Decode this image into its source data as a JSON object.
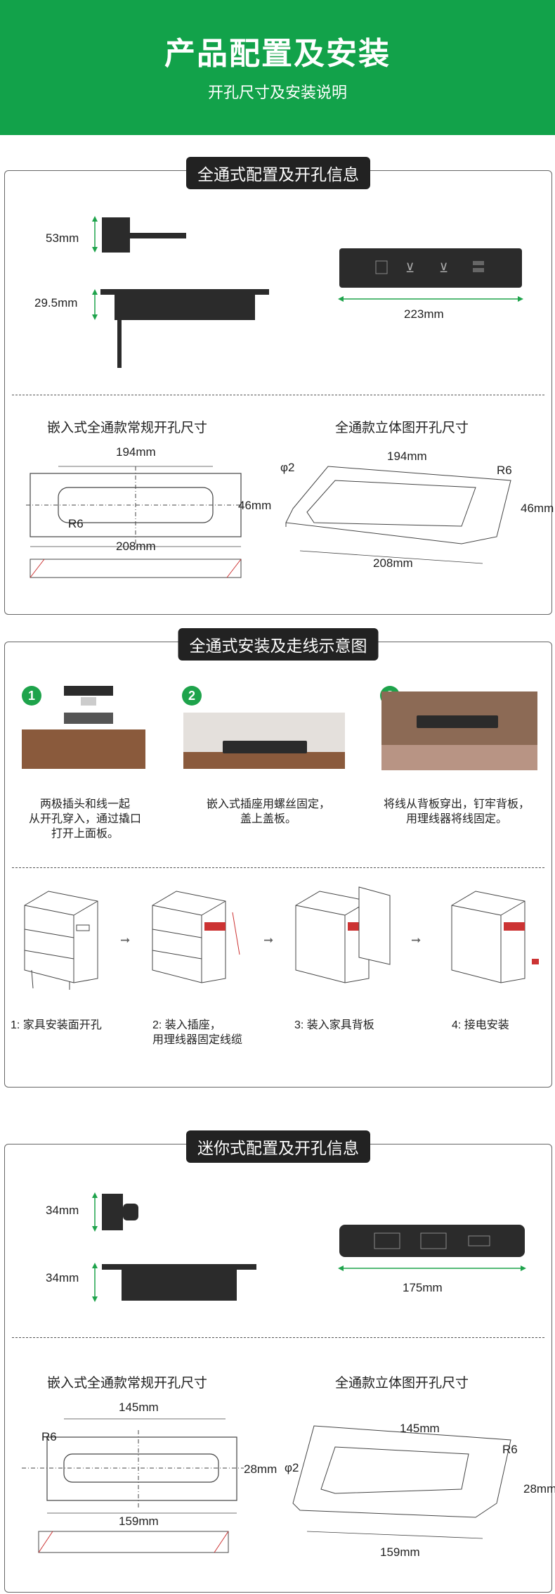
{
  "header": {
    "title": "产品配置及安装",
    "subtitle": "开孔尺寸及安装说明",
    "color": "#12a24a"
  },
  "section1": {
    "tag": "全通式配置及开孔信息",
    "dim_height1": "53mm",
    "dim_height2": "29.5mm",
    "dim_length": "223mm",
    "left_title": "嵌入式全通款常规开孔尺寸",
    "right_title": "全通款立体图开孔尺寸",
    "left_top_width": "194mm",
    "left_radius": "R6",
    "left_height": "46mm",
    "left_bottom_width": "208mm",
    "right_dia": "φ2",
    "right_top_width": "194mm",
    "right_radius": "R6",
    "right_height": "46mm",
    "right_bottom_width": "208mm"
  },
  "section2": {
    "tag": "全通式安装及走线示意图",
    "steps": [
      {
        "num": "1",
        "text": "两极插头和线一起\n从开孔穿入，通过撬口\n打开上面板。"
      },
      {
        "num": "2",
        "text": "嵌入式插座用螺丝固定，\n盖上盖板。"
      },
      {
        "num": "3",
        "text": "将线从背板穿出，钉牢背板，\n用理线器将线固定。"
      }
    ],
    "furniture": [
      {
        "text": "1: 家具安装面开孔"
      },
      {
        "text": "2: 装入插座，\n用理线器固定线缆"
      },
      {
        "text": "3: 装入家具背板"
      },
      {
        "text": "4: 接电安装"
      }
    ]
  },
  "section3": {
    "tag": "迷你式配置及开孔信息",
    "dim_height1": "34mm",
    "dim_height2": "34mm",
    "dim_length": "175mm",
    "left_title": "嵌入式全通款常规开孔尺寸",
    "right_title": "全通款立体图开孔尺寸",
    "left_top_width": "145mm",
    "left_radius": "R6",
    "left_height": "28mm",
    "left_bottom_width": "159mm",
    "right_dia": "φ2",
    "right_top_width": "145mm",
    "right_radius": "R6",
    "right_height": "28mm",
    "right_bottom_width": "159mm"
  }
}
